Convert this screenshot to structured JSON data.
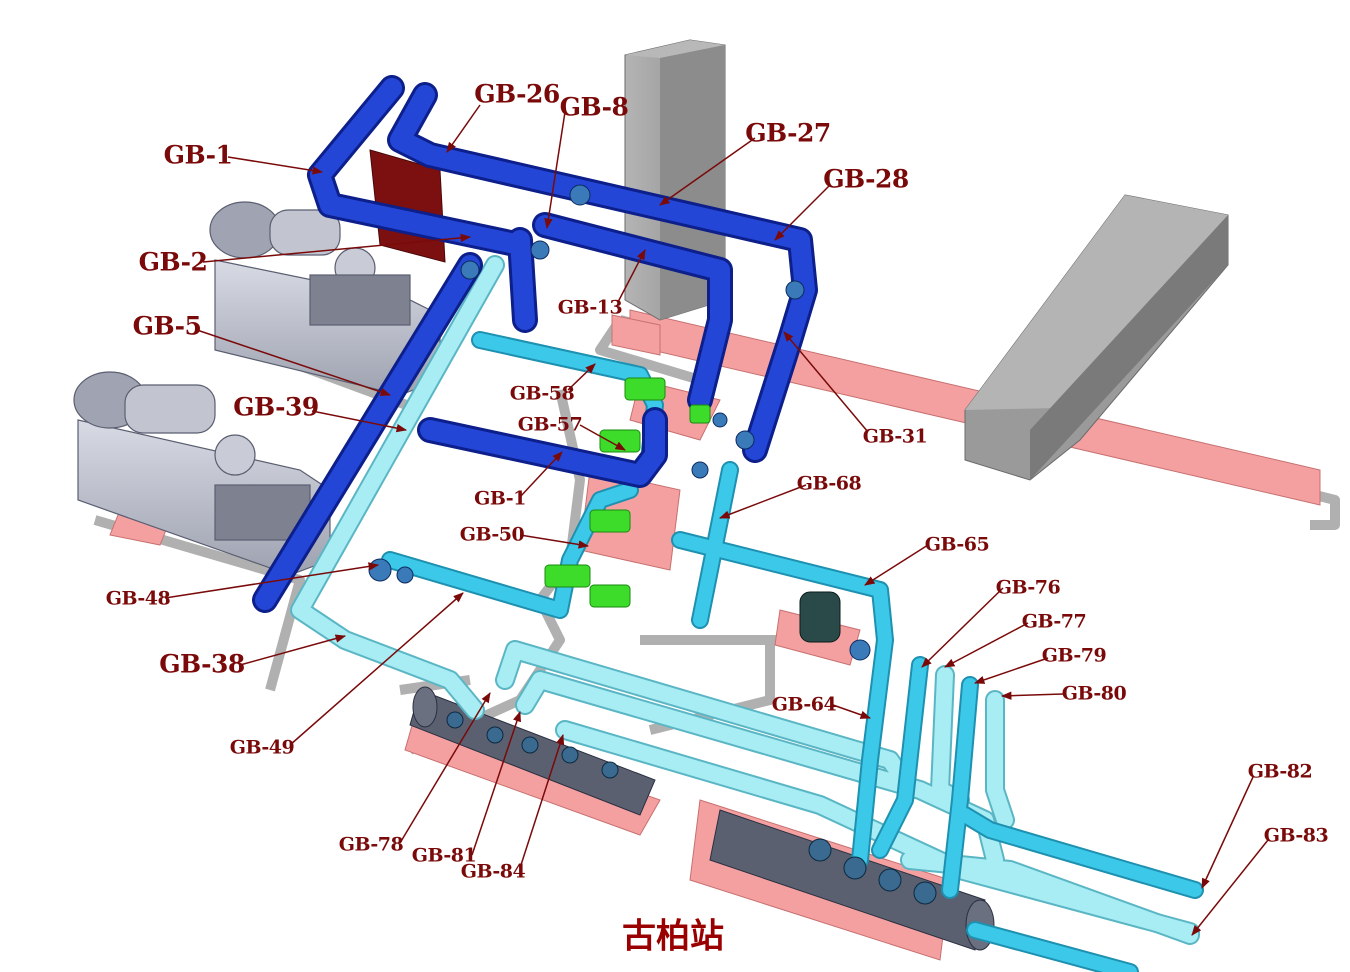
{
  "title": "古柏站",
  "labels": {
    "gb1_top": "GB-1",
    "gb26": "GB-26",
    "gb8": "GB-8",
    "gb27": "GB-27",
    "gb28": "GB-28",
    "gb2": "GB-2",
    "gb13": "GB-13",
    "gb5": "GB-5",
    "gb58": "GB-58",
    "gb39": "GB-39",
    "gb57": "GB-57",
    "gb31": "GB-31",
    "gb1_mid": "GB-1",
    "gb68": "GB-68",
    "gb50": "GB-50",
    "gb65": "GB-65",
    "gb48": "GB-48",
    "gb76": "GB-76",
    "gb77": "GB-77",
    "gb79": "GB-79",
    "gb38": "GB-38",
    "gb80": "GB-80",
    "gb64": "GB-64",
    "gb49": "GB-49",
    "gb82": "GB-82",
    "gb83": "GB-83",
    "gb78": "GB-78",
    "gb81": "GB-81",
    "gb84": "GB-84"
  },
  "colors": {
    "chilled_water_pipe": "#1f3fd0",
    "cooling_water_pipe": "#3cc8e8",
    "light_pipe": "#a8ecf4",
    "pump": "#3ddc2a",
    "callout": "#7a0a0a",
    "base_pad": "#f4a0a0",
    "column": "#9a9a9a"
  }
}
